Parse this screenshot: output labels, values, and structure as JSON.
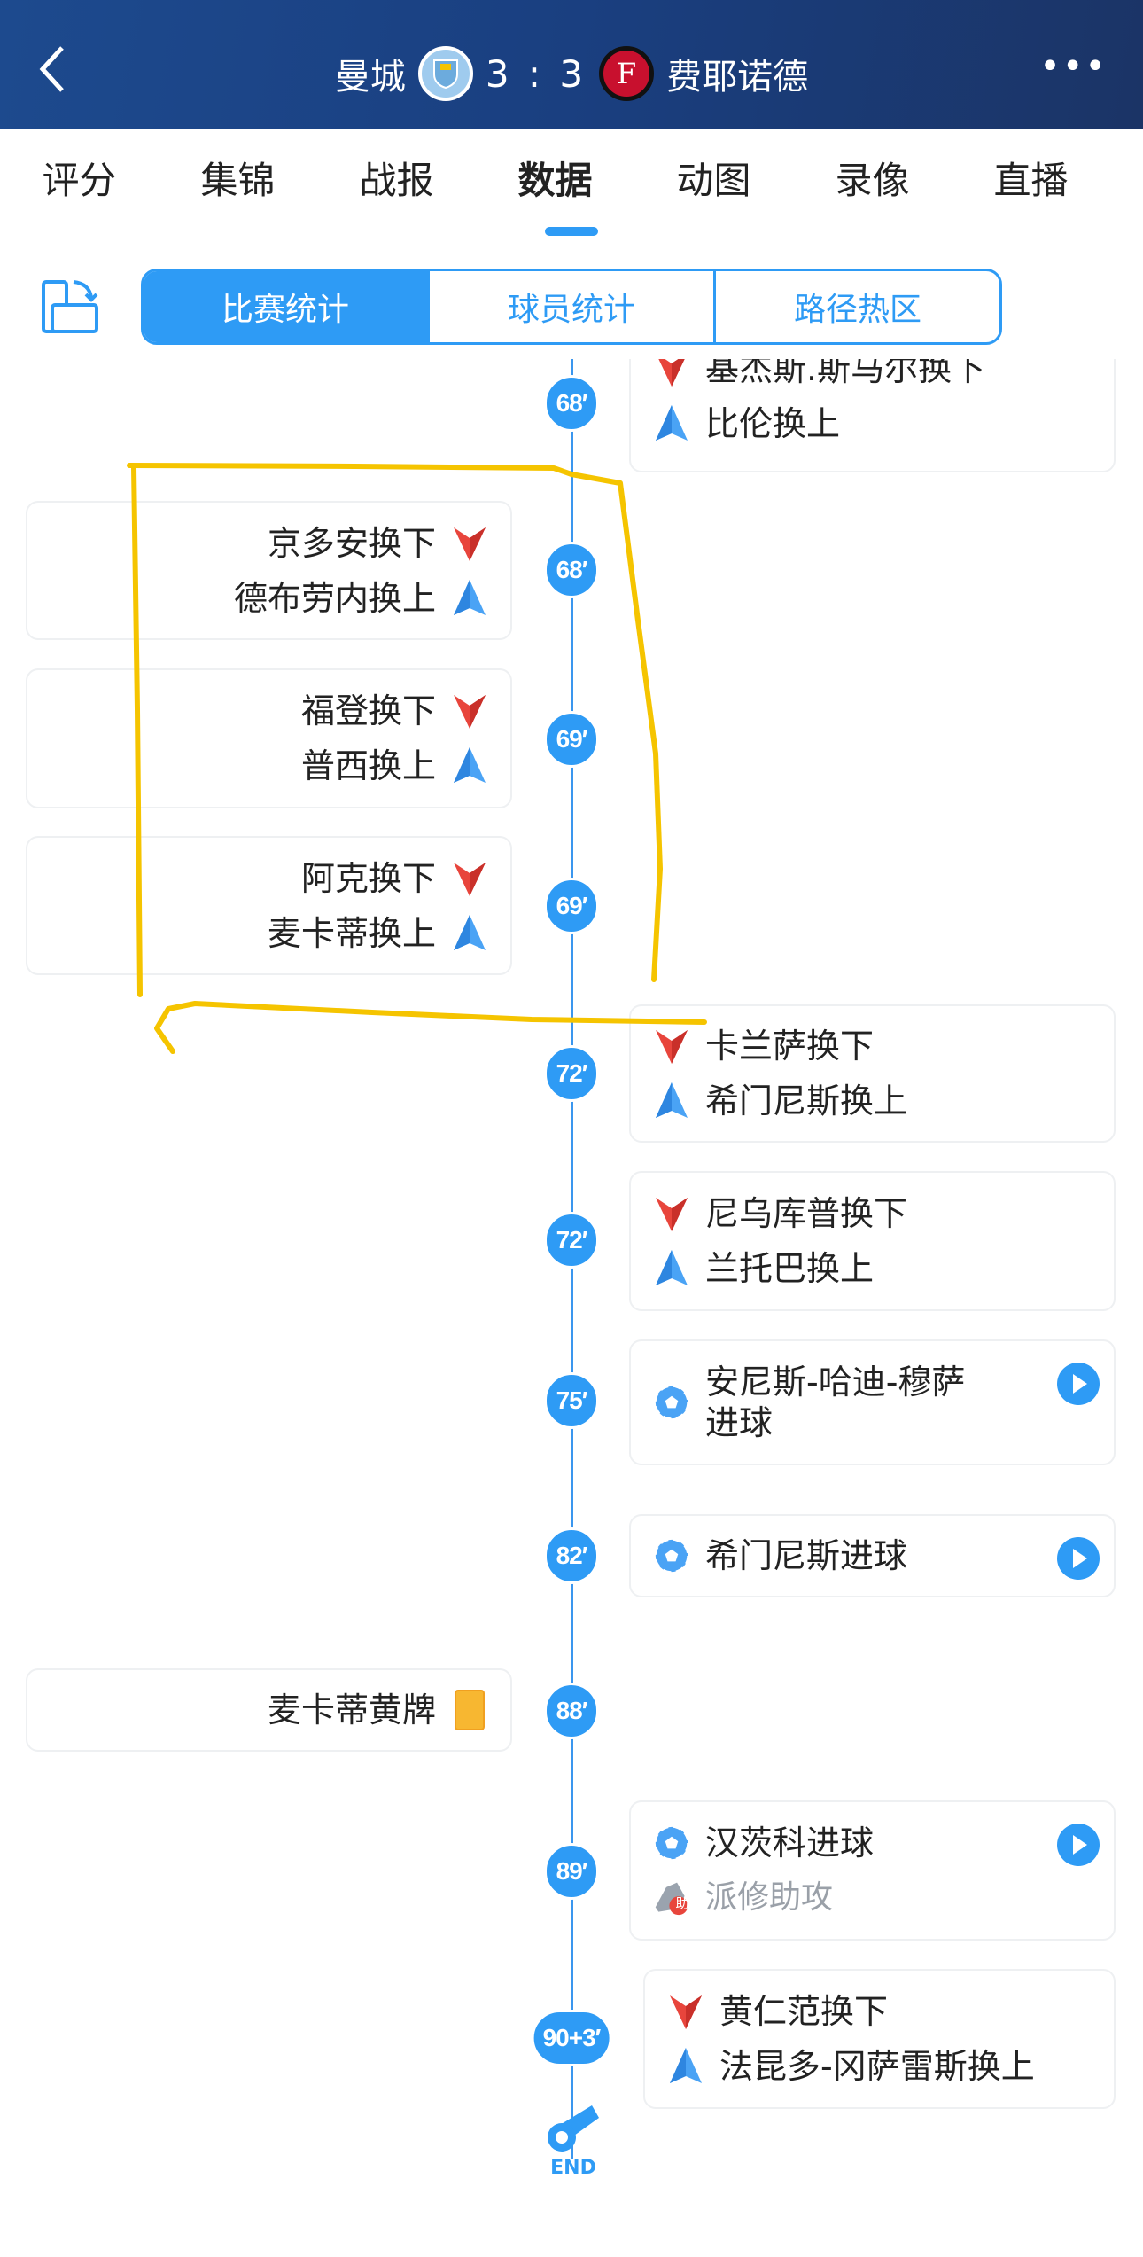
{
  "header": {
    "home_team": "曼城",
    "score": "3 : 3",
    "away_team": "费耶诺德",
    "away_crest_letter": "F"
  },
  "tabs": [
    "评分",
    "集锦",
    "战报",
    "数据",
    "动图",
    "录像",
    "直播"
  ],
  "active_tab": "数据",
  "segments": [
    "比赛统计",
    "球员统计",
    "路径热区"
  ],
  "events": [
    {
      "time": "68′",
      "side": "right",
      "lines": [
        {
          "icon": "sub-out",
          "text": "基杰斯.斯马尔换下"
        },
        {
          "icon": "sub-in",
          "text": "比伦换上"
        }
      ]
    },
    {
      "time": "68′",
      "side": "left",
      "lines": [
        {
          "icon": "sub-out",
          "text": "京多安换下"
        },
        {
          "icon": "sub-in",
          "text": "德布劳内换上"
        }
      ]
    },
    {
      "time": "69′",
      "side": "left",
      "lines": [
        {
          "icon": "sub-out",
          "text": "福登换下"
        },
        {
          "icon": "sub-in",
          "text": "普西换上"
        }
      ]
    },
    {
      "time": "69′",
      "side": "left",
      "lines": [
        {
          "icon": "sub-out",
          "text": "阿克换下"
        },
        {
          "icon": "sub-in",
          "text": "麦卡蒂换上"
        }
      ]
    },
    {
      "time": "72′",
      "side": "right",
      "lines": [
        {
          "icon": "sub-out",
          "text": "卡兰萨换下"
        },
        {
          "icon": "sub-in",
          "text": "希门尼斯换上"
        }
      ]
    },
    {
      "time": "72′",
      "side": "right",
      "lines": [
        {
          "icon": "sub-out",
          "text": "尼乌库普换下"
        },
        {
          "icon": "sub-in",
          "text": "兰托巴换上"
        }
      ]
    },
    {
      "time": "75′",
      "side": "right",
      "play": true,
      "lines": [
        {
          "icon": "goal",
          "text": "安尼斯-哈迪-穆萨\n进球"
        }
      ]
    },
    {
      "time": "82′",
      "side": "right",
      "play": true,
      "lines": [
        {
          "icon": "goal",
          "text": "希门尼斯进球"
        }
      ]
    },
    {
      "time": "88′",
      "side": "left",
      "lines": [
        {
          "icon": "yellow-card",
          "text": "麦卡蒂黄牌"
        }
      ]
    },
    {
      "time": "89′",
      "side": "right",
      "play": true,
      "lines": [
        {
          "icon": "goal",
          "text": "汉茨科进球"
        },
        {
          "icon": "assist",
          "text": "派修助攻",
          "sub": true,
          "badge": "助"
        }
      ]
    },
    {
      "time": "90+3′",
      "side": "right",
      "lines": [
        {
          "icon": "sub-out",
          "text": "黄仁范换下"
        },
        {
          "icon": "sub-in",
          "text": "法昆多-冈萨雷斯换上"
        }
      ]
    }
  ],
  "end_label": "END",
  "colors": {
    "accent": "#2e9bf5",
    "header": "#1b3f80",
    "annotation": "#f5c400",
    "sub_out": "#e8453c"
  }
}
